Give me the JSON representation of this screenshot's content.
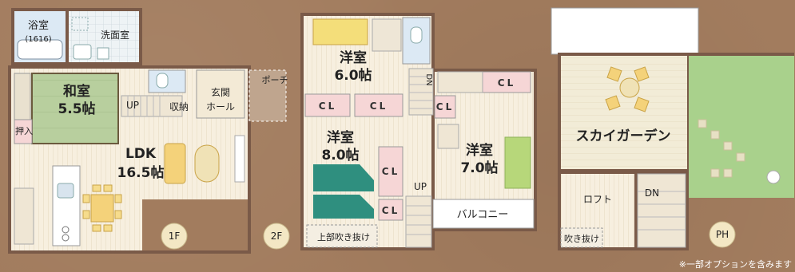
{
  "colors": {
    "background": "#a27c5e",
    "wall": "#7a5a48",
    "floor": "#f6eedd",
    "tatami": "#b9cfa0",
    "wet_area": "#dce9f4",
    "closet": "#f6d6d6",
    "bed_yellow": "#f4de7a",
    "bed_teal": "#2f8f7f",
    "bed_green": "#b7d77a",
    "badge": "#f3e7c4",
    "lawn": "#a9d18c"
  },
  "floors": {
    "f1": {
      "badge": "1F",
      "rooms": {
        "bath": "浴室",
        "bath_size": "(1616)",
        "washroom": "洗面室",
        "washitsu": "和室",
        "washitsu_size": "5.5帖",
        "oshiire": "押入",
        "ldk": "LDK",
        "ldk_size": "16.5帖",
        "up": "UP",
        "storage": "収納",
        "entrance_1": "玄関",
        "entrance_2": "ホール",
        "porch": "ポーチ"
      }
    },
    "f2": {
      "badge": "2F",
      "rooms": {
        "room_a": "洋室",
        "room_a_size": "6.0帖",
        "room_b": "洋室",
        "room_b_size": "8.0帖",
        "room_c": "洋室",
        "room_c_size": "7.0帖",
        "cl": "CL",
        "dn": "DN",
        "up": "UP",
        "balcony": "バルコニー",
        "void": "上部吹き抜け"
      }
    },
    "ph": {
      "badge": "PH",
      "rooms": {
        "sky_garden": "スカイガーデン",
        "loft": "ロフト",
        "dn": "DN",
        "void": "吹き抜け"
      }
    }
  },
  "footnote": "※一部オプションを含みます"
}
